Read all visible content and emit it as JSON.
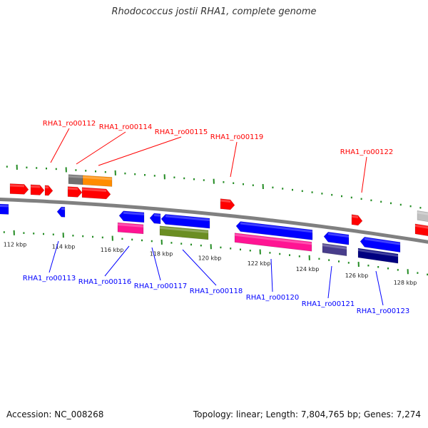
{
  "title": "Rhodococcus jostii RHA1, complete genome",
  "footer": {
    "accession": "Accession: NC_008268",
    "topology": "Topology: linear; Length: 7,804,765 bp; Genes: 7,274"
  },
  "scale_labels": [
    "112 kbp",
    "114 kbp",
    "116 kbp",
    "118 kbp",
    "120 kbp",
    "122 kbp",
    "124 kbp",
    "126 kbp",
    "128 kbp"
  ],
  "colors": {
    "forward_label": "#ff0000",
    "reverse_label": "#0000ff",
    "ticks": "#228b22",
    "backbone": "#808080",
    "forward_gene": "#ff0000",
    "reverse_gene": "#0000ff",
    "gray_feature": "#707070",
    "light_gray_feature": "#c0c0c0",
    "orange_feature": "#ff8c00",
    "pink_feature": "#ff1493",
    "olive_feature": "#6b8e23",
    "slate_feature": "#483d8b",
    "navy_feature": "#000080"
  },
  "forward_labels": [
    "RHA1_ro00112",
    "RHA1_ro00114",
    "RHA1_ro00115",
    "RHA1_ro00119",
    "RHA1_ro00122"
  ],
  "reverse_labels": [
    "RHA1_ro00113",
    "RHA1_ro00116",
    "RHA1_ro00117",
    "RHA1_ro00118",
    "RHA1_ro00120",
    "RHA1_ro00121",
    "RHA1_ro00123"
  ]
}
